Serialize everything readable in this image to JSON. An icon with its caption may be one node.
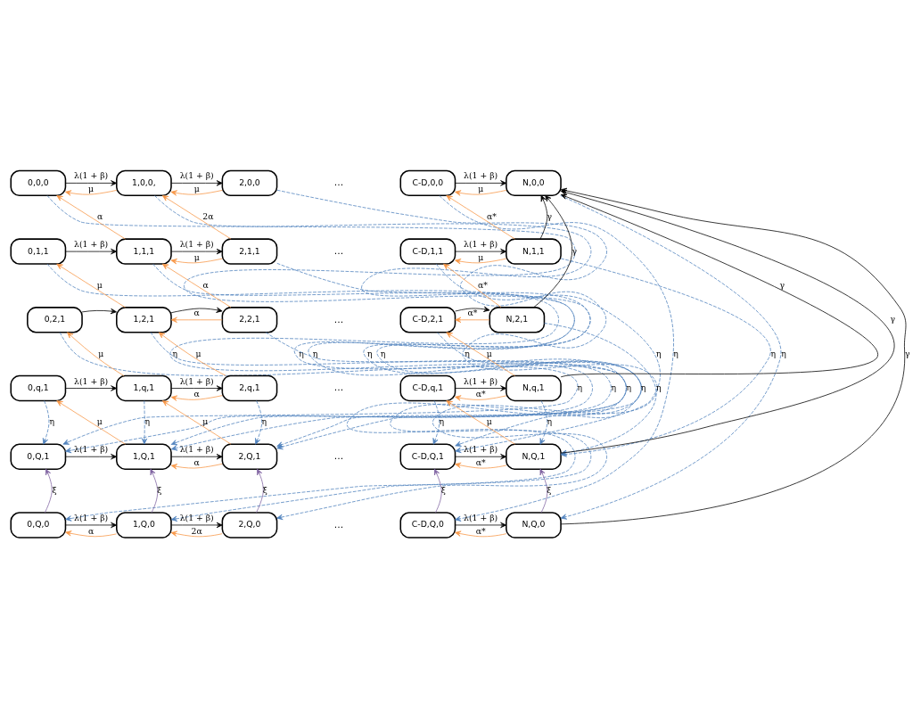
{
  "diagram": {
    "nodes": [
      {
        "text": [
          "0,0,0"
        ]
      },
      {
        "text": [
          "1,0,0,"
        ]
      },
      {
        "text": [
          "2,0,0"
        ]
      },
      {
        "text": [
          "C-D,0,0"
        ]
      },
      {
        "text": [
          "N,0,0"
        ]
      },
      {
        "text": [
          "0,1,1"
        ]
      },
      {
        "text": [
          "1,1,1"
        ]
      },
      {
        "text": [
          "2,1,1"
        ]
      },
      {
        "text": [
          "C-D,1,1"
        ]
      },
      {
        "text": [
          "N,1,1"
        ]
      },
      {
        "text": [
          "0,2,1"
        ]
      },
      {
        "text": [
          "1,2,1"
        ]
      },
      {
        "text": [
          "2,2,1"
        ]
      },
      {
        "text": [
          "C-D,2,1"
        ]
      },
      {
        "text": [
          "N,2,1"
        ]
      },
      {
        "text": [
          "0,q,1"
        ]
      },
      {
        "text": [
          "1,q,1"
        ]
      },
      {
        "text": [
          "2,q,1"
        ]
      },
      {
        "text": [
          "C-D,q,1"
        ]
      },
      {
        "text": [
          "N,q,1"
        ]
      },
      {
        "text": [
          "0,Q,1"
        ]
      },
      {
        "text": [
          "1,Q,1"
        ]
      },
      {
        "text": [
          "2,Q,1"
        ]
      },
      {
        "text": [
          "C-D,Q,1"
        ]
      },
      {
        "text": [
          "N,Q,1"
        ]
      },
      {
        "text": [
          "0,Q,0"
        ]
      },
      {
        "text": [
          "1,Q,0"
        ]
      },
      {
        "text": [
          "2,Q,0"
        ]
      },
      {
        "text": [
          "C-D,Q,0"
        ]
      },
      {
        "text": [
          "N,Q,0"
        ]
      }
    ],
    "edges": [
      {
        "from": 0,
        "to": 1,
        "arrow": "to",
        "label": "λ(1 + β)",
        "color": "#000000"
      },
      {
        "from": 1,
        "to": 2,
        "arrow": "to",
        "label": "λ(1 + β)",
        "color": "#000000"
      },
      {
        "from": 3,
        "to": 4,
        "arrow": "to",
        "label": "λ(1 + β)",
        "color": "#000000"
      },
      {
        "from": 5,
        "to": 6,
        "arrow": "to",
        "label": "λ(1 + β)",
        "color": "#000000"
      },
      {
        "from": 6,
        "to": 7,
        "arrow": "to",
        "label": "λ(1 + β)",
        "color": "#000000"
      },
      {
        "from": 8,
        "to": 9,
        "arrow": "to",
        "label": "λ(1 + β)",
        "color": "#000000"
      },
      {
        "from": 10,
        "to": 11,
        "arrow": "to",
        "color": "#000000"
      },
      {
        "from": 11,
        "to": 12,
        "arrow": "to",
        "color": "#000000"
      },
      {
        "from": 13,
        "to": 14,
        "arrow": "to",
        "color": "#000000"
      },
      {
        "from": 15,
        "to": 16,
        "arrow": "to",
        "label": "λ(1 + β)",
        "color": "#000000"
      },
      {
        "from": 16,
        "to": 17,
        "arrow": "to",
        "label": "λ(1 + β)",
        "color": "#000000"
      },
      {
        "from": 18,
        "to": 19,
        "arrow": "to",
        "label": "λ(1 + β)",
        "color": "#000000"
      },
      {
        "from": 20,
        "to": 21,
        "arrow": "to",
        "label": "λ(1 + β)",
        "color": "#000000"
      },
      {
        "from": 21,
        "to": 22,
        "arrow": "to",
        "label": "λ(1 + β)",
        "color": "#000000"
      },
      {
        "from": 23,
        "to": 24,
        "arrow": "to",
        "label": "λ(1 + β)",
        "color": "#000000"
      },
      {
        "from": 25,
        "to": 26,
        "arrow": "to",
        "label": "λ(1 + β)",
        "color": "#000000"
      },
      {
        "from": 26,
        "to": 27,
        "arrow": "to",
        "label": "λ(1 + β)",
        "color": "#000000"
      },
      {
        "from": 28,
        "to": 29,
        "arrow": "to",
        "label": "λ(1 + β)",
        "color": "#000000"
      },
      {
        "from": 1,
        "to": 0,
        "arrow": "to",
        "label": "μ",
        "color": "#f79646"
      },
      {
        "from": 2,
        "to": 1,
        "arrow": "to",
        "label": "μ",
        "color": "#f79646"
      },
      {
        "from": 4,
        "to": 3,
        "arrow": "to",
        "label": "μ",
        "color": "#f79646"
      },
      {
        "from": 7,
        "to": 6,
        "arrow": "to",
        "label": "μ",
        "color": "#f79646"
      },
      {
        "from": 9,
        "to": 8,
        "arrow": "to",
        "label": "μ",
        "color": "#f79646"
      },
      {
        "from": 12,
        "to": 11,
        "arrow": "to",
        "label": "α",
        "color": "#f79646"
      },
      {
        "from": 14,
        "to": 13,
        "arrow": "to",
        "label": "α*",
        "color": "#f79646"
      },
      {
        "from": 17,
        "to": 16,
        "arrow": "to",
        "label": "α",
        "color": "#f79646"
      },
      {
        "from": 19,
        "to": 18,
        "arrow": "to",
        "label": "α*",
        "color": "#f79646"
      },
      {
        "from": 22,
        "to": 21,
        "arrow": "to",
        "label": "α",
        "color": "#f79646"
      },
      {
        "from": 24,
        "to": 23,
        "arrow": "to",
        "label": "α*",
        "color": "#f79646"
      },
      {
        "from": 26,
        "to": 25,
        "arrow": "to",
        "label": "α",
        "color": "#f79646"
      },
      {
        "from": 27,
        "to": 26,
        "arrow": "to",
        "label": "2α",
        "color": "#f79646"
      },
      {
        "from": 29,
        "to": 28,
        "arrow": "to",
        "label": "α*",
        "color": "#f79646"
      },
      {
        "from": 6,
        "to": 0,
        "arrow": "to",
        "label": "α",
        "color": "#f79646"
      },
      {
        "from": 7,
        "to": 1,
        "arrow": "to",
        "label": "2α",
        "color": "#f79646"
      },
      {
        "from": 9,
        "to": 3,
        "arrow": "to",
        "label": "α*",
        "color": "#f79646"
      },
      {
        "from": 11,
        "to": 5,
        "arrow": "to",
        "label": "μ",
        "color": "#f79646"
      },
      {
        "from": 12,
        "to": 6,
        "arrow": "to",
        "label": "α",
        "color": "#f79646"
      },
      {
        "from": 14,
        "to": 8,
        "arrow": "to",
        "label": "α*",
        "color": "#f79646"
      },
      {
        "from": 16,
        "to": 10,
        "arrow": "to",
        "label": "μ",
        "color": "#f79646"
      },
      {
        "from": 17,
        "to": 11,
        "arrow": "to",
        "label": "μ",
        "color": "#f79646"
      },
      {
        "from": 19,
        "to": 13,
        "arrow": "to",
        "label": "μ",
        "color": "#f79646"
      },
      {
        "from": 21,
        "to": 15,
        "arrow": "to",
        "label": "μ",
        "color": "#f79646"
      },
      {
        "from": 22,
        "to": 16,
        "arrow": "to",
        "label": "μ",
        "color": "#f79646"
      },
      {
        "from": 24,
        "to": 18,
        "arrow": "to",
        "label": "μ",
        "color": "#f79646"
      },
      {
        "from": 25,
        "to": 20,
        "arrow": "to",
        "label": "ξ",
        "color": "#8064a2"
      },
      {
        "from": 26,
        "to": 21,
        "arrow": "to",
        "label": "ξ",
        "color": "#8064a2"
      },
      {
        "from": 27,
        "to": 22,
        "arrow": "to",
        "label": "ξ",
        "color": "#8064a2"
      },
      {
        "from": 28,
        "to": 23,
        "arrow": "to",
        "label": "ξ",
        "color": "#8064a2"
      },
      {
        "from": 29,
        "to": 24,
        "arrow": "to",
        "label": "ξ",
        "color": "#8064a2"
      },
      {
        "from": 9,
        "to": 4,
        "arrow": "to",
        "label": "γ",
        "color": "#000000"
      },
      {
        "from": 14,
        "to": 4,
        "arrow": "to",
        "label": "γ",
        "color": "#000000"
      },
      {
        "from": 19,
        "to": 4,
        "arrow": "to",
        "label": "γ",
        "color": "#000000"
      },
      {
        "from": 24,
        "to": 4,
        "arrow": "to",
        "label": "γ",
        "color": "#000000"
      },
      {
        "from": 29,
        "to": 4,
        "arrow": "to",
        "label": "γ",
        "color": "#000000"
      },
      {
        "from": 0,
        "to": 25,
        "arrow": "to",
        "label": "η",
        "style": "dashed",
        "color": "#4f81bd"
      },
      {
        "from": 1,
        "to": 26,
        "arrow": "to",
        "label": "η",
        "style": "dashed",
        "color": "#4f81bd"
      },
      {
        "from": 2,
        "to": 27,
        "arrow": "to",
        "label": "η",
        "style": "dashed",
        "color": "#4f81bd"
      },
      {
        "from": 3,
        "to": 28,
        "arrow": "to",
        "label": "η",
        "style": "dashed",
        "color": "#4f81bd"
      },
      {
        "from": 4,
        "to": 29,
        "arrow": "to",
        "label": "η",
        "style": "dashed",
        "color": "#4f81bd"
      },
      {
        "from": 5,
        "to": 20,
        "arrow": "to",
        "label": "η",
        "style": "dashed",
        "color": "#4f81bd"
      },
      {
        "from": 6,
        "to": 21,
        "arrow": "to",
        "label": "η",
        "style": "dashed",
        "color": "#4f81bd"
      },
      {
        "from": 7,
        "to": 22,
        "arrow": "to",
        "label": "η",
        "style": "dashed",
        "color": "#4f81bd"
      },
      {
        "from": 8,
        "to": 23,
        "arrow": "to",
        "label": "η",
        "style": "dashed",
        "color": "#4f81bd"
      },
      {
        "from": 9,
        "to": 24,
        "arrow": "to",
        "label": "η",
        "style": "dashed",
        "color": "#4f81bd"
      },
      {
        "from": 10,
        "to": 20,
        "arrow": "to",
        "label": "η",
        "style": "dashed",
        "color": "#4f81bd"
      },
      {
        "from": 11,
        "to": 21,
        "arrow": "to",
        "label": "η",
        "style": "dashed",
        "color": "#4f81bd"
      },
      {
        "from": 12,
        "to": 22,
        "arrow": "to",
        "label": "η",
        "style": "dashed",
        "color": "#4f81bd"
      },
      {
        "from": 13,
        "to": 23,
        "arrow": "to",
        "label": "η",
        "style": "dashed",
        "color": "#4f81bd"
      },
      {
        "from": 14,
        "to": 24,
        "arrow": "to",
        "label": "η",
        "style": "dashed",
        "color": "#4f81bd"
      },
      {
        "from": 15,
        "to": 20,
        "arrow": "to",
        "label": "η",
        "style": "dashed",
        "color": "#4f81bd"
      },
      {
        "from": 16,
        "to": 21,
        "arrow": "to",
        "label": "η",
        "style": "dashed",
        "color": "#4f81bd"
      },
      {
        "from": 17,
        "to": 22,
        "arrow": "to",
        "label": "η",
        "style": "dashed",
        "color": "#4f81bd"
      },
      {
        "from": 18,
        "to": 23,
        "arrow": "to",
        "label": "η",
        "style": "dashed",
        "color": "#4f81bd"
      },
      {
        "from": 19,
        "to": 24,
        "arrow": "to",
        "label": "η",
        "style": "dashed",
        "color": "#4f81bd"
      }
    ],
    "labels": [
      "...",
      "...",
      "...",
      "...",
      "...",
      "..."
    ]
  }
}
